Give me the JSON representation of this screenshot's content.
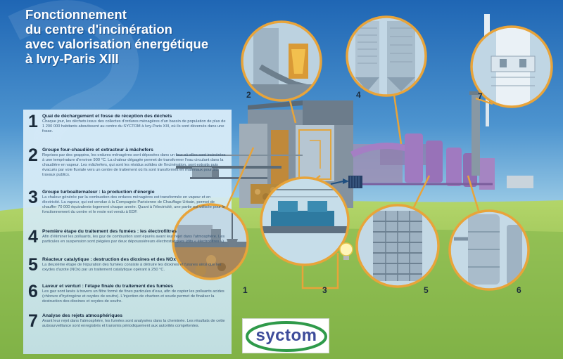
{
  "title": {
    "line1": "Fonctionnement",
    "line2": "du centre d'incinération",
    "line3": "avec valorisation énergétique",
    "line4": "à Ivry-Paris XIII"
  },
  "steps": [
    {
      "number": "1",
      "heading": "Quai de déchargement et fosse de réception des déchets",
      "body": "Chaque jour, les déchets issus des collectes d'ordures ménagères d'un bassin de population de plus de 1 200 000 habitants aboutissent au centre du SYCTOM à Ivry-Paris XIII, où ils sont déversés dans une fosse."
    },
    {
      "number": "2",
      "heading": "Groupe four-chaudière et extracteur à mâchefers",
      "body": "Reprises par des grappins, les ordures ménagères sont déposées dans un four où elles sont incinérées à une température d'environ 900 °C. La chaleur dégagée permet de transformer l'eau circulant dans la chaudière en vapeur. Les mâchefers, qui sont les résidus solides de l'incinération, sont extraits puis évacués par voie fluviale vers un centre de traitement où ils sont transformés en matériaux pour les travaux publics."
    },
    {
      "number": "3",
      "heading": "Groupe turboalternateur : la production d'énergie",
      "body": "La chaleur générée par la combustion des ordures ménagères est transformée en vapeur et en électricité. La vapeur, qui est vendue à la Compagnie Parisienne de Chauffage Urbain, permet de chauffer 70 000 équivalents-logement chaque année. Quant à l'électricité, une partie est utilisée pour le fonctionnement du centre et le reste est vendu à EDF."
    },
    {
      "number": "4",
      "heading": "Première étape du traitement des fumées : les électrofiltres",
      "body": "Afin d'éliminer les polluants, les gaz de combustion sont épurés avant leur rejet dans l'atmosphère. Les particules en suspension sont piégées par deux dépoussiéreurs électrostatiques (dits « électrofiltres »)."
    },
    {
      "number": "5",
      "heading": "Réacteur catalytique : destruction des dioxines et des NOx",
      "body": "La deuxième étape de l'épuration des fumées consiste à détruire les dioxines et furanes ainsi que les oxydes d'azote (NOx) par un traitement catalytique opérant à 250 °C."
    },
    {
      "number": "6",
      "heading": "Laveur et venturi : l'étape finale du traitement des fumées",
      "body": "Les gaz sont lavés à travers un filtre formé de fines particules d'eau, afin de capter les polluants acides (chlorure d'hydrogène et oxydes de soufre). L'injection de charbon et soude permet de finaliser la destruction des dioxines et oxydes de soufre."
    },
    {
      "number": "7",
      "heading": "Analyse des rejets atmosphériques",
      "body": "Avant leur rejet dans l'atmosphère, les fumées sont analysées dans la cheminée. Les résultats de cette autosurveillance sont enregistrés et transmis périodiquement aux autorités compétentes."
    }
  ],
  "diagram_labels": {
    "c1": "1",
    "c2": "2",
    "c3": "3",
    "c4": "4",
    "c5": "5",
    "c6": "6",
    "c7": "7"
  },
  "logo": {
    "text": "syctom"
  },
  "colors": {
    "sky_top": "#1f66b4",
    "sky_bottom": "#c9e6f1",
    "grass": "#8ebd53",
    "callout_ring": "#e8a43a",
    "building": "#7b8a97",
    "purple_ducts": "#9b78b6",
    "logo_green": "#2f9a4a",
    "logo_blue": "#3d4b9a"
  }
}
